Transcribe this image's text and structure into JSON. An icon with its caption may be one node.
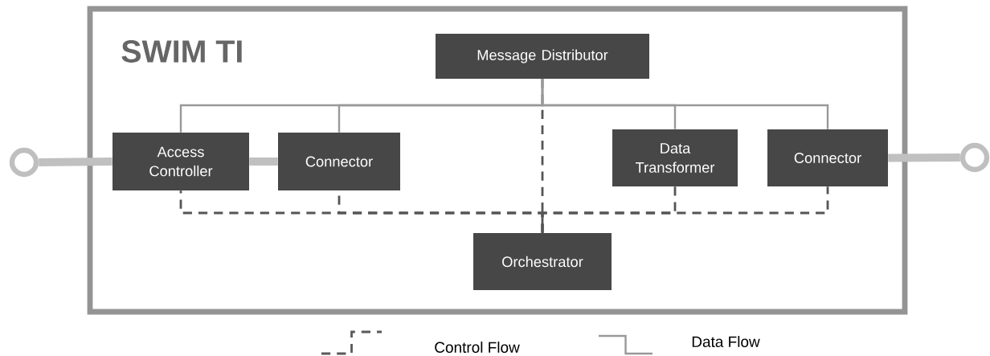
{
  "diagram": {
    "nodes": [
      {
        "text": [
          "SWIM TI"
        ]
      },
      {
        "text": [
          "Message Distributor"
        ],
        "in": 0
      },
      {
        "text": [
          "Access Controller"
        ],
        "in": 0
      },
      {
        "text": [
          "Connector"
        ],
        "in": 0
      },
      {
        "text": [
          "Data Transformer"
        ],
        "in": 0
      },
      {
        "text": [
          "Connector"
        ],
        "in": 0
      },
      {
        "text": [
          "Orchestrator"
        ],
        "in": 0
      },
      {
        "text": [],
        "shape": "circle"
      },
      {
        "text": [],
        "shape": "circle"
      }
    ],
    "edges": [
      {
        "from": 1,
        "to": 6,
        "arrow": "none",
        "style": "dashed",
        "color": "#555555"
      },
      {
        "from": 6,
        "to": 2,
        "arrow": "none",
        "style": "dashed",
        "color": "#555555"
      },
      {
        "from": 6,
        "to": 3,
        "arrow": "none",
        "style": "dashed",
        "color": "#555555"
      },
      {
        "from": 6,
        "to": 4,
        "arrow": "none",
        "style": "dashed",
        "color": "#555555"
      },
      {
        "from": 6,
        "to": 5,
        "arrow": "none",
        "style": "dashed",
        "color": "#555555"
      },
      {
        "from": 1,
        "to": 2,
        "arrow": "none",
        "color": "#999999"
      },
      {
        "from": 1,
        "to": 3,
        "arrow": "none",
        "color": "#999999"
      },
      {
        "from": 1,
        "to": 4,
        "arrow": "none",
        "color": "#999999"
      },
      {
        "from": 1,
        "to": 5,
        "arrow": "none",
        "color": "#999999"
      },
      {
        "from": 7,
        "to": 2,
        "arrow": "none",
        "style": "thick",
        "color": "#c0c0c0"
      },
      {
        "from": 2,
        "to": 3,
        "arrow": "none",
        "style": "thick",
        "color": "#c0c0c0"
      },
      {
        "from": 5,
        "to": 8,
        "arrow": "none",
        "style": "thick",
        "color": "#c0c0c0"
      }
    ],
    "legend": [
      {
        "text": "Control Flow"
      },
      {
        "text": "Data Flow"
      }
    ]
  }
}
